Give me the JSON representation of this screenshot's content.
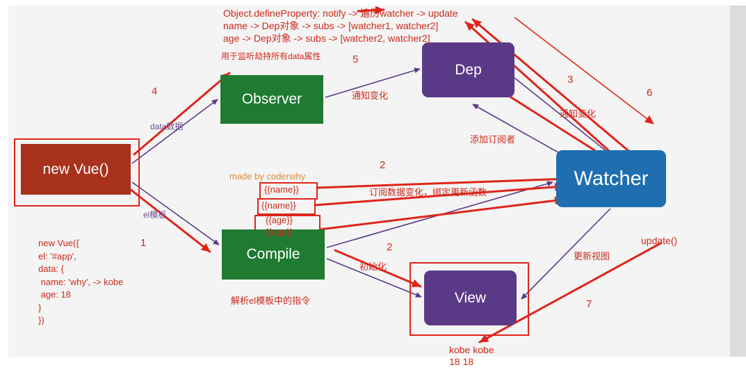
{
  "nodes": {
    "vue": "new Vue()",
    "observer": "Observer",
    "compile": "Compile",
    "dep": "Dep",
    "watcher": "Watcher",
    "view": "View"
  },
  "header_notes": [
    "Object.defineProperty: notify -> 遍历watcher -> update",
    "name -> Dep对象 -> subs -> [watcher1, watcher2]",
    "age  -> Dep对象 -> subs -> [watcher2, watcher2]"
  ],
  "edge_labels": {
    "observer_note": "用于监听劫持所有data属性",
    "data": "data数据",
    "el": "el模板",
    "notify_change_1": "通知变化",
    "notify_change_2": "通知变化",
    "subscribe": "添加订阅者",
    "subscribe_bind": "订阅数据变化，绑定更新函数",
    "init": "初始化",
    "update_view": "更新视图",
    "parse": "解析el模板中的指令"
  },
  "credit": "made by coderwhy",
  "templates": [
    "{{name}}",
    "{{name}}",
    "{{age}}",
    "{{age}}"
  ],
  "code_lines": [
    "new Vue({",
    "el: '#app',",
    "data: {",
    " name: 'why', -> kobe",
    " age: 18",
    "}",
    "})"
  ],
  "update_call": "update()",
  "view_output": [
    "kobe kobe",
    "18 18"
  ],
  "step_numbers": [
    "1",
    "2",
    "2",
    "3",
    "4",
    "5",
    "6",
    "7"
  ],
  "colors": {
    "red": "#cc2a1a",
    "purple": "#5a3a86",
    "green": "#1f7a32",
    "blue": "#1f6fb0",
    "brick": "#a8321c"
  }
}
